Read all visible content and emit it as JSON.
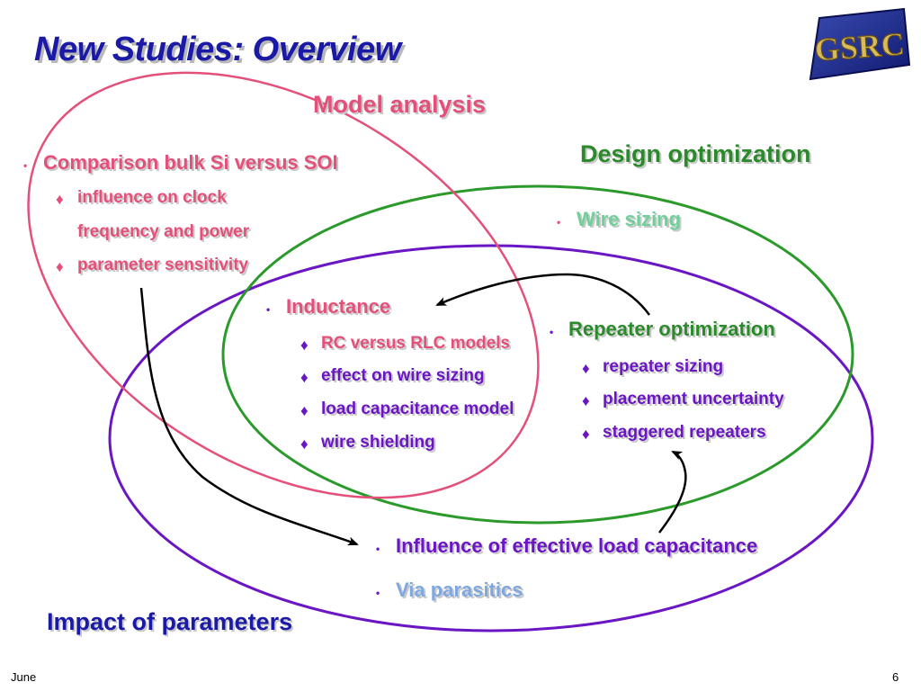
{
  "title": "New Studies: Overview",
  "logo_text": "GSRC",
  "sets": {
    "model_analysis": "Model analysis",
    "design_optimization": "Design optimization",
    "impact_of_parameters": "Impact of parameters"
  },
  "items": {
    "comparison": "Comparison bulk Si versus SOI",
    "influence_clock_1": "influence on clock",
    "influence_clock_2": "frequency and power",
    "parameter_sensitivity": "parameter sensitivity",
    "wire_sizing": "Wire sizing",
    "inductance": "Inductance",
    "rc_rlc": "RC versus RLC models",
    "effect_wire_sizing": "effect on wire sizing",
    "load_cap_model": "load capacitance model",
    "wire_shielding": "wire shielding",
    "repeater_optimization": "Repeater optimization",
    "repeater_sizing": "repeater sizing",
    "placement_uncertainty": "placement uncertainty",
    "staggered_repeaters": "staggered repeaters",
    "influence_eff_load": "Influence of effective load capacitance",
    "via_parasitics": "Via parasitics"
  },
  "bullets": {
    "dot": "•",
    "diamond": "♦"
  },
  "footer": {
    "date": "June",
    "page": "6"
  },
  "colors": {
    "title": "#1a1aa6",
    "pink": "#e4507a",
    "green": "#2b8a2b",
    "purple": "#6a16c4",
    "light_green": "#6fd09a",
    "light_blue": "#7fa8e0"
  }
}
